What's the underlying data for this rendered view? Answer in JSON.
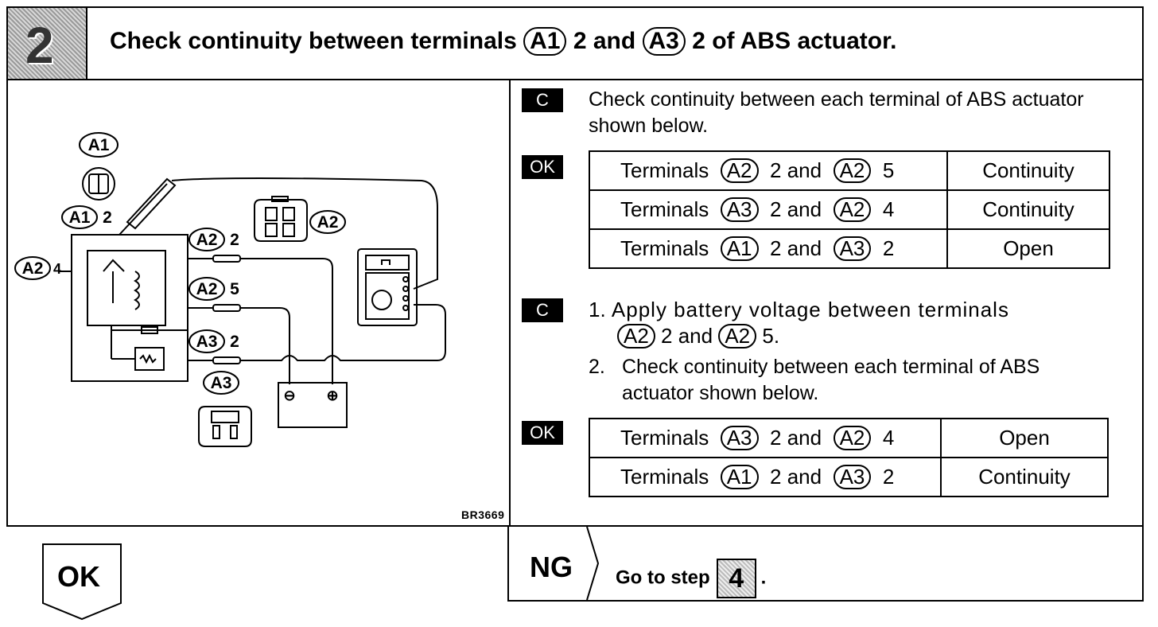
{
  "header": {
    "step_number": "2",
    "title_part1": "Check continuity between terminals ",
    "conn1": "A1",
    "title_part2": " 2 and ",
    "conn2": "A3",
    "title_part3": " 2 of ABS actuator."
  },
  "diagram": {
    "label_a1_top": "A1",
    "label_a1_2_conn": "A1",
    "label_a1_2_pin": "2",
    "label_a2_side": "A2",
    "label_a2_side_pin": "4",
    "label_a2_conn": "A2",
    "label_a2_2_conn": "A2",
    "label_a2_2_pin": "2",
    "label_a2_5_conn": "A2",
    "label_a2_5_pin": "5",
    "label_a3_2_conn": "A3",
    "label_a3_2_pin": "2",
    "label_a3_conn": "A3",
    "battery_minus": "⊖",
    "battery_plus": "⊕",
    "code": "BR3669"
  },
  "section1": {
    "tag": "C",
    "text": "Check continuity between each terminal of ABS actuator shown below.",
    "ok_tag": "OK",
    "rows": [
      {
        "c1": "A2",
        "p1": "2",
        "c2": "A2",
        "p2": "5",
        "result": "Continuity"
      },
      {
        "c1": "A3",
        "p1": "2",
        "c2": "A2",
        "p2": "4",
        "result": "Continuity"
      },
      {
        "c1": "A1",
        "p1": "2",
        "c2": "A3",
        "p2": "2",
        "result": "Open"
      }
    ]
  },
  "section2": {
    "tag": "C",
    "step1_num": "1.",
    "step1_text": "Apply battery voltage between terminals",
    "step1_c1": "A2",
    "step1_mid": " 2 and ",
    "step1_c2": "A2",
    "step1_end": " 5.",
    "step2_num": "2.",
    "step2_text": "Check continuity between each terminal of ABS actuator shown below.",
    "ok_tag": "OK",
    "rows": [
      {
        "c1": "A3",
        "p1": "2",
        "c2": "A2",
        "p2": "4",
        "result": "Open"
      },
      {
        "c1": "A1",
        "p1": "2",
        "c2": "A3",
        "p2": "2",
        "result": "Continuity"
      }
    ]
  },
  "footer": {
    "ok_label": "OK",
    "ng_label": "NG",
    "goto_text": "Go to step",
    "goto_step": "4",
    "goto_end": "."
  },
  "common": {
    "terminals": "Terminals",
    "and": "and"
  }
}
